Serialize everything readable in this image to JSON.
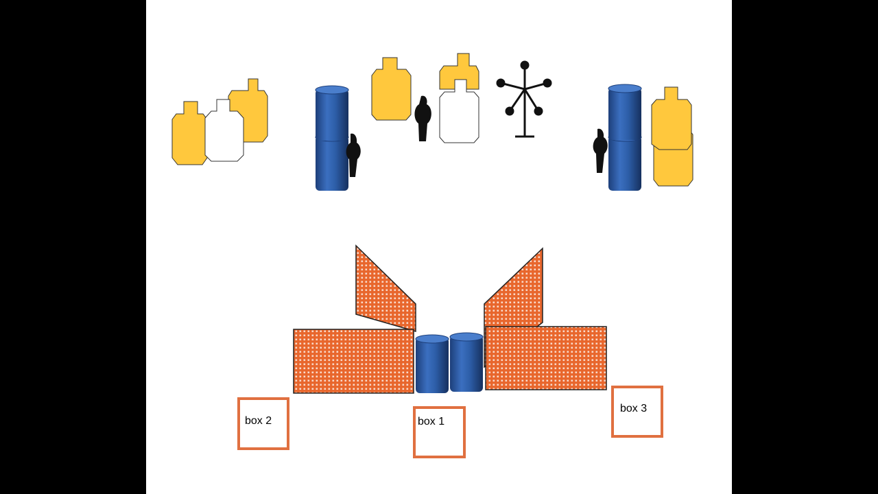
{
  "colors": {
    "background": "#000000",
    "slide": "#ffffff",
    "target_yellow": "#ffc83d",
    "target_white": "#ffffff",
    "popper_black": "#111111",
    "barrel_blue": "#2d5ea8",
    "barrel_blue_dark": "#1d3f7a",
    "wall_orange": "#e8662c",
    "box_orange": "#e07040"
  },
  "icons": [
    "paper-target-icon",
    "no-shoot-target-icon",
    "popper-icon",
    "barrel-icon",
    "dueling-tree-icon",
    "mesh-wall-icon"
  ],
  "boxes": [
    {
      "label": "box 1"
    },
    {
      "label": "box 2"
    },
    {
      "label": "box 3"
    }
  ]
}
